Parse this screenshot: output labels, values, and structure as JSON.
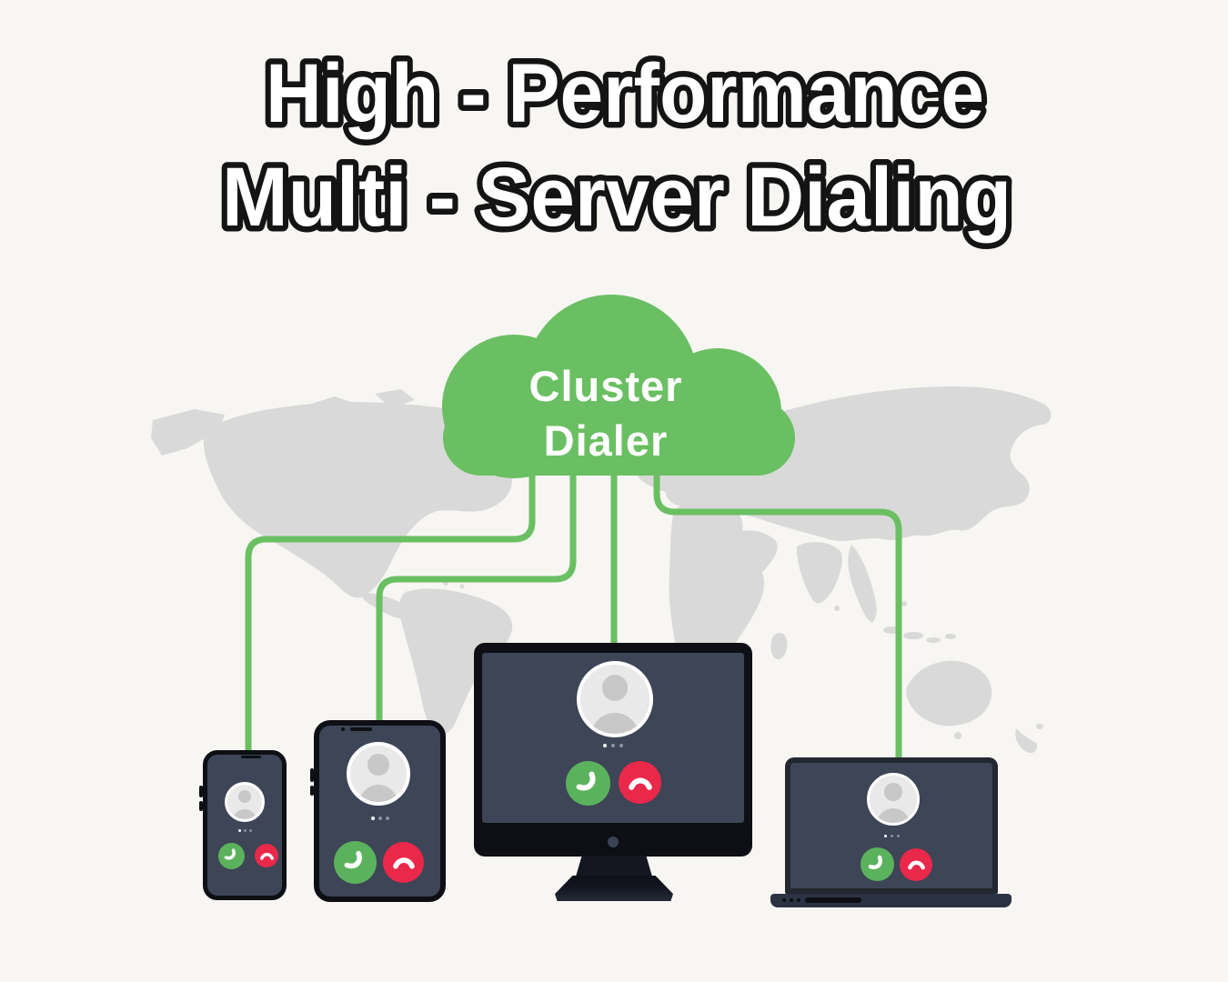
{
  "title": {
    "line1": "High - Performance",
    "line2": "Multi - Server Dialing"
  },
  "cloud": {
    "line1": "Cluster",
    "line2": "Dialer"
  },
  "devices": [
    "smartphone",
    "tablet",
    "desktop-monitor",
    "laptop"
  ],
  "icons": {
    "accept": "call-accept-handset-icon",
    "decline": "call-decline-handset-icon",
    "avatar": "person-silhouette-avatar",
    "pager": "carousel-dots"
  },
  "colors": {
    "background": "#f7f6f3",
    "map": "#d9d9d9",
    "green": "#6abf62",
    "button-green": "#5bb25d",
    "red": "#e9284a",
    "screen": "#3d4556",
    "frame": "#0d0f14",
    "monitor-dark": "#14171f",
    "laptop-frame": "#23272f",
    "laptop-base": "#2b3242",
    "avatar-bg": "#e9e9e9",
    "avatar-fg": "#c8c8c8",
    "title-fill": "#ffffff",
    "title-stroke": "#141414",
    "cam-dot": "#3a4254",
    "dot-dim": "#8a93a1"
  }
}
